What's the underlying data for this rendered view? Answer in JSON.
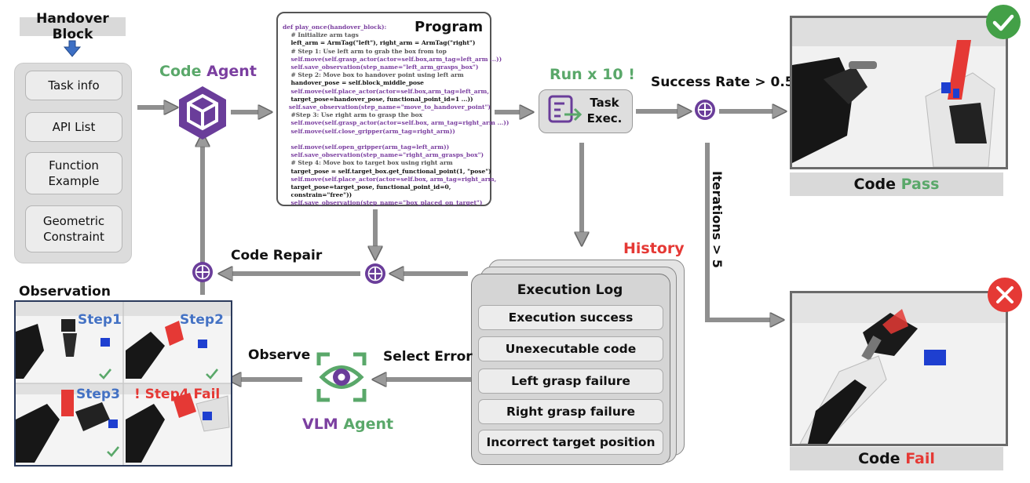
{
  "handover_block": "Handover Block",
  "left_items": [
    "Task info",
    "API List",
    "Function Example",
    "Geometric Constraint"
  ],
  "code_agent": {
    "part1": "Code",
    "part2": "Agent"
  },
  "program": {
    "title": "Program",
    "lines": [
      {
        "t": "def play_once(handover_block):",
        "c": "fn"
      },
      {
        "t": "    # Initialize arm tags",
        "c": "cm"
      },
      {
        "t": "    left_arm = ArmTag(\"left\"), right_arm = ArmTag(\"right\")",
        "c": ""
      },
      {
        "t": "    # Step 1: Use left arm to grab the box from top",
        "c": "cm"
      },
      {
        "t": "    self.move(self.grasp_actor(actor=self.box,arm_tag=left_arm ...))",
        "c": "kw"
      },
      {
        "t": "    self.save_observation(step_name=\"left_arm_grasps_box\")",
        "c": "kw"
      },
      {
        "t": "    # Step 2: Move box to handover point using left arm",
        "c": "cm"
      },
      {
        "t": "    handover_pose = self.block_middle_pose",
        "c": ""
      },
      {
        "t": "    self.move(self.place_actor(actor=self.box,arm_tag=left_arm,",
        "c": "kw"
      },
      {
        "t": "    target_pose=handover_pose, functional_point_id=1 ...))",
        "c": ""
      },
      {
        "t": "   self.save_observation(step_name=\"move_to_handover_point\")",
        "c": "kw"
      },
      {
        "t": "    #Step 3: Use right arm to grasp the box",
        "c": "cm"
      },
      {
        "t": "    self.move(self.grasp_actor(actor=self.box, arm_tag=right_arm ...))",
        "c": "kw"
      },
      {
        "t": "    self.move(self.close_gripper(arm_tag=right_arm))",
        "c": "kw"
      },
      {
        "t": "",
        "c": ""
      },
      {
        "t": "    self.move(self.open_gripper(arm_tag=left_arm))",
        "c": "kw"
      },
      {
        "t": "    self.save_observation(step_name=\"right_arm_grasps_box\")",
        "c": "kw"
      },
      {
        "t": "    # Step 4: Move box to target box using right arm",
        "c": "cm"
      },
      {
        "t": "    target_pose = self.target_box.get_functional_point(1, \"pose\")",
        "c": ""
      },
      {
        "t": "    self.move(self.place_actor(actor=self.box, arm_tag=right_arm,",
        "c": "kw"
      },
      {
        "t": "    target_pose=target_pose, functional_point_id=0,",
        "c": ""
      },
      {
        "t": "    constrain=\"free\"))",
        "c": ""
      },
      {
        "t": "    self.save_observation(step_name=\"box_placed_on_target\")",
        "c": "kw"
      }
    ]
  },
  "run_label": "Run x 10 !",
  "task_exec": "Task Exec.",
  "success_rate": "Success Rate > 0.5",
  "iterations": "Iterations > 5",
  "code_pass": {
    "part1": "Code",
    "part2": "Pass"
  },
  "code_fail": {
    "part1": "Code",
    "part2": "Fail"
  },
  "code_repair": "Code Repair",
  "history": {
    "title": "History",
    "log_title": "Execution Log",
    "items": [
      "Execution success",
      "Unexecutable code",
      "Left grasp failure",
      "Right grasp failure",
      "Incorrect target position"
    ]
  },
  "select_error": "Select Error",
  "observe": "Observe",
  "vlm_agent": {
    "part1": "VLM",
    "part2": "Agent"
  },
  "observation": {
    "title": "Observation",
    "steps": [
      "Step1",
      "Step2",
      "Step3",
      "! Step4 Fail"
    ]
  },
  "colors": {
    "green": "#5aa86a",
    "purple": "#7b3fa0",
    "red": "#e53935",
    "blue": "#4472c4",
    "gray": "#8c8c8c"
  }
}
